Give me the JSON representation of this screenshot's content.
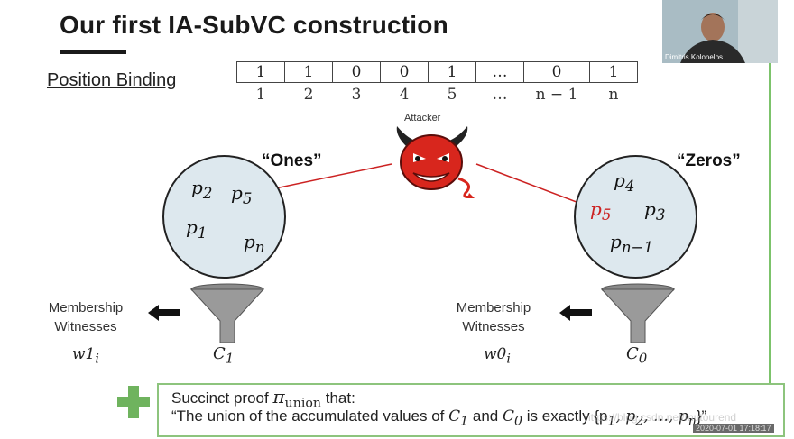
{
  "slide": {
    "title": "Our first IA-SubVC construction",
    "section_label": "Position Binding"
  },
  "bit_table": {
    "values": [
      "1",
      "1",
      "0",
      "0",
      "1",
      "…",
      "0",
      "1"
    ],
    "indices": [
      "1",
      "2",
      "3",
      "4",
      "5",
      "…",
      "n − 1",
      "n"
    ]
  },
  "attacker": {
    "label": "Attacker",
    "icon": "devil-icon"
  },
  "ones_set": {
    "label": "“Ones”",
    "elements": {
      "p2": "p",
      "p2_sub": "2",
      "p5": "p",
      "p5_sub": "5",
      "p1": "p",
      "p1_sub": "1",
      "pn": "p",
      "pn_sub": "n"
    },
    "accumulator": "C",
    "accumulator_sub": "1",
    "witness_label_1": "Membership",
    "witness_label_2": "Witnesses",
    "witness_var": "w1",
    "witness_sub": "i"
  },
  "zeros_set": {
    "label": "“Zeros”",
    "elements": {
      "p4": "p",
      "p4_sub": "4",
      "p5": "p",
      "p5_sub": "5",
      "p3": "p",
      "p3_sub": "3",
      "pn1": "p",
      "pn1_sub": "n−1"
    },
    "accumulator": "C",
    "accumulator_sub": "0",
    "witness_label_1": "Membership",
    "witness_label_2": "Witnesses",
    "witness_var": "w0",
    "witness_sub": "i"
  },
  "proof": {
    "line1_prefix": "Succinct proof ",
    "pi": "π",
    "pi_sub": "union",
    "line1_suffix": " that:",
    "line2_a": "“The union of the accumulated values of ",
    "c1": "C",
    "c1_sub": "1",
    "line2_and": " and ",
    "c0": "C",
    "c0_sub": "0",
    "line2_b": " is exactly {p",
    "set_sub1": "1",
    "set_mid": ", p",
    "set_sub2": "2",
    "set_end": ", …, p",
    "set_subn": "n",
    "close": "}”"
  },
  "webcam": {
    "name": "Dimitris Kolonelos"
  },
  "timestamp": "2020-07-01 17:18:17",
  "watermark": "https://blog.csdn.net/mutourend",
  "colors": {
    "accent_green": "#7cc36b",
    "red": "#cc2222",
    "circle_fill": "#dde8ee"
  }
}
